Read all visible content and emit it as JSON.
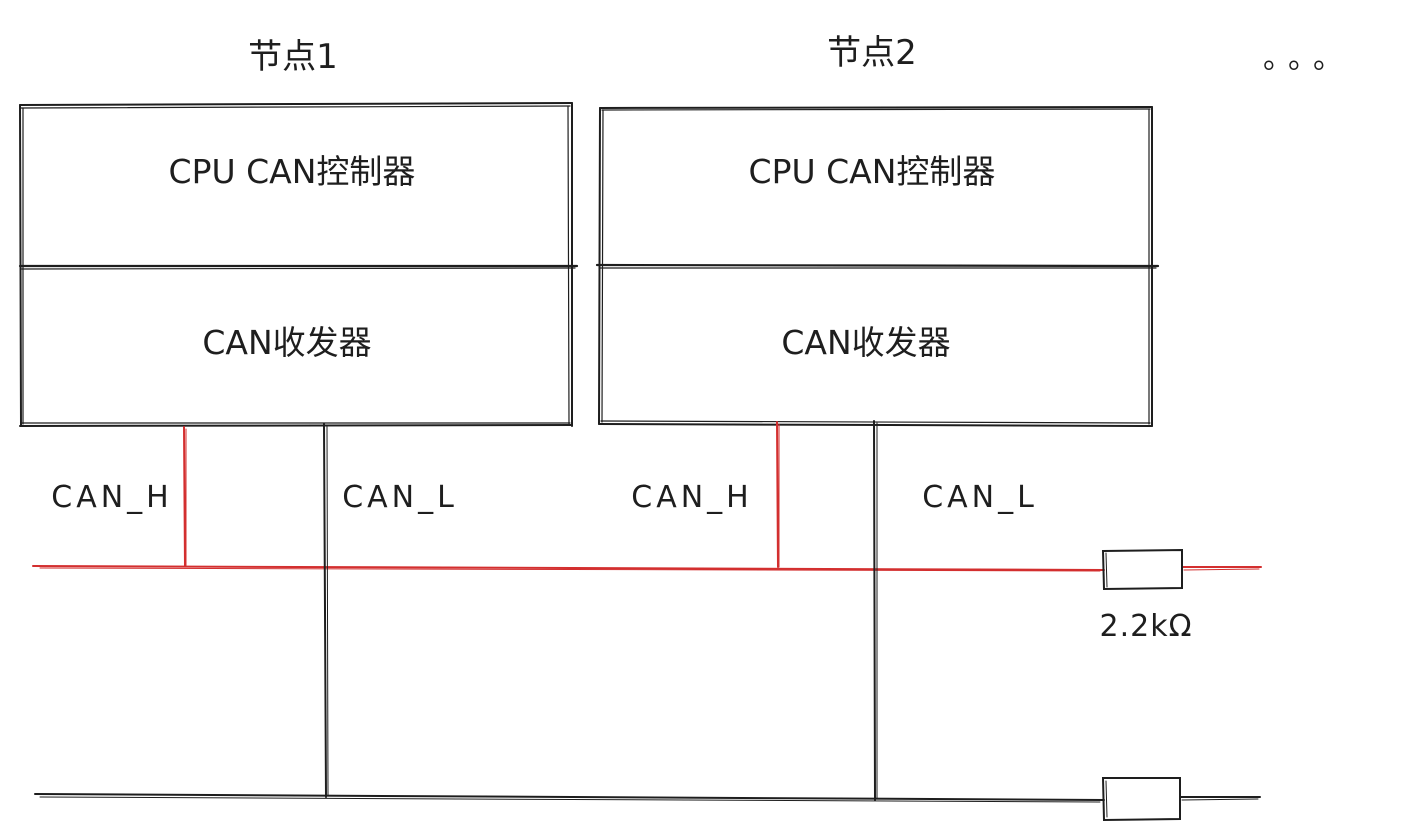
{
  "nodes": [
    {
      "title": "节点1",
      "controller": "CPU CAN控制器",
      "transceiver": "CAN收发器",
      "can_h": "CAN_H",
      "can_l": "CAN_L"
    },
    {
      "title": "节点2",
      "controller": "CPU CAN控制器",
      "transceiver": "CAN收发器",
      "can_h": "CAN_H",
      "can_l": "CAN_L"
    }
  ],
  "ellipsis": "。。。",
  "resistor_label": "2.2kΩ",
  "colors": {
    "can_h_line": "#d32f2f",
    "can_l_line": "#1e1e1e",
    "box_stroke": "#1e1e1e",
    "text": "#1e1e1e"
  }
}
